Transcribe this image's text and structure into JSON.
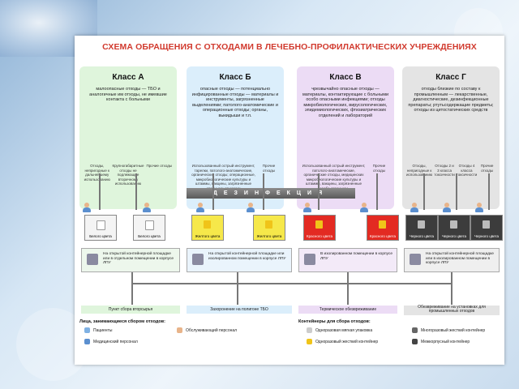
{
  "title": "СХЕМА ОБРАЩЕНИЯ С ОТХОДАМИ В ЛЕЧЕБНО-ПРОФИЛАКТИЧЕСКИХ УЧРЕЖДЕНИЯХ",
  "classes": [
    {
      "name": "Класс А",
      "color": "#dff5dc",
      "desc": "малоопасные отходы — ТБО и аналогичные им отходы, не имевшие контакта с больными",
      "subs": [
        "Отходы, непригодные к дальнейшему использованию",
        "Крупногабаритные отходы не подлежащие вторичному использованию",
        "Прочие отходы"
      ]
    },
    {
      "name": "Класс Б",
      "color": "#dbeefb",
      "desc": "опасные отходы — потенциально инфицированные отходы — материалы и инструменты, загрязненные выделениями; патолого-анатомические и операционные отходы; органы, выкидыши и т.п.",
      "subs": [
        "Использованный острый инструмент, тарелки, патолого-анатомические, органические отходы; операционные, микробиологические культуры и штаммы, вакцины, загрязненные опасными отходами",
        "Прочие отходы"
      ]
    },
    {
      "name": "Класс В",
      "color": "#ecdcf5",
      "desc": "чрезвычайно опасные отходы — материалы, контактирующие с больными особо опасными инфекциями; отходы микробиологических, вирусологических, эпидемиологических, фтизиатрических отделений и лабораторий",
      "subs": [
        "Использованный острый инструмент, патолого-анатомические, органические отходы, медицинских микробиологические культуры и штаммы, вакцины, загрязненные особо опасными",
        "Прочие отходы"
      ]
    },
    {
      "name": "Класс Г",
      "color": "#e4e4e4",
      "desc": "отходы близкие по составу к промышленным — лекарственные, диагностические, дезинфекционные препараты; ртутьсодержащие предметы; отходы из цитостатических средств",
      "subs": [
        "Отходы, непригодные к использованию",
        "Отходы 2 и 3 класса токсичности",
        "Отходы 4 класса токсичности",
        "Прочие отходы"
      ]
    }
  ],
  "disinfection": "ДЕЗИНФЕКЦИЯ",
  "bins": [
    {
      "label": "Белого цвета",
      "color": "#ffffff"
    },
    {
      "label": "Белого цвета",
      "color": "#ffffff"
    },
    {
      "label": "Желтого цвета",
      "color": "#f6e84a"
    },
    {
      "label": "Желтого цвета",
      "color": "#f6e84a"
    },
    {
      "label": "Красного цвета",
      "color": "#e32a22"
    },
    {
      "label": "Красного цвета",
      "color": "#e32a22"
    },
    {
      "label": "Черного цвета",
      "color": "#3c3c3c"
    },
    {
      "label": "Черного цвета",
      "color": "#3c3c3c"
    },
    {
      "label": "Черного цвета",
      "color": "#3c3c3c"
    }
  ],
  "disposal": [
    "На открытой контейнерной площадке или в отдельном помещении в корпусе ЛПУ",
    "На открытой контейнерной площадке или изолированном помещении в корпусе ЛПУ",
    "В изолированном помещении в корпусе ЛПУ",
    "На открытой контейнерной площадке или в изолированном помещении в корпусе ЛПУ"
  ],
  "final": [
    "Пункт сбора вторсырья",
    "Захоронение на полигоне ТБО",
    "Термическое обезвреживание",
    "Обезвреживание на установках для промышленных отходов"
  ],
  "legend": {
    "persons_title": "Лица, занимающиеся сбором отходов:",
    "patients": "Пациенты",
    "staff": "Обслуживающий персонал",
    "medical": "Медицинский персонал",
    "containers_title": "Контейнеры для сбора отходов:",
    "soft_pack": "Одноразовая мягкая упаковка",
    "hard_cont": "Одноразовый жесткий контейнер",
    "reusable": "Многоразовый жесткий контейнер",
    "wheeled": "Межкорпусный контейнер"
  },
  "colors": {
    "title": "#d13a2e",
    "arrow": "#555555"
  }
}
